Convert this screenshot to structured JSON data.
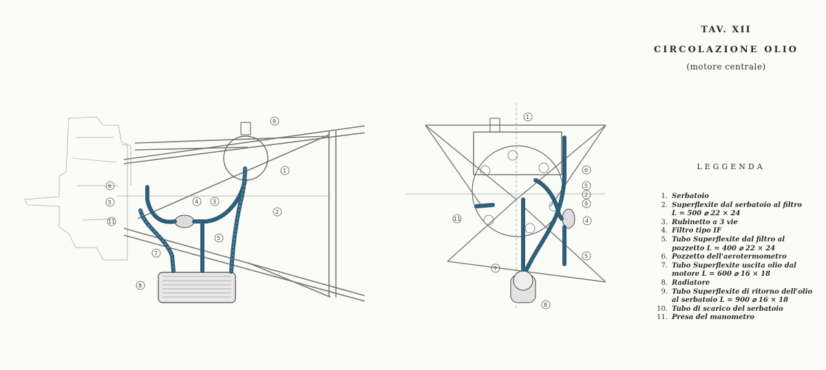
{
  "header": {
    "plate": "TAV. XII",
    "title": "CIRCOLAZIONE OLIO",
    "subtitle": "(motore centrale)"
  },
  "legend": {
    "title": "LEGGENDA",
    "items": [
      {
        "num": "1.",
        "text": "Serbatoio"
      },
      {
        "num": "2.",
        "text": "Superflexite dal serbatoio al filtro\nL = 500 ⌀ 22 × 24"
      },
      {
        "num": "3.",
        "text": "Rubinetto a 3 vie"
      },
      {
        "num": "4.",
        "text": "Filtro tipo IF"
      },
      {
        "num": "5.",
        "text": "Tubo Superflexite dal filtro al\npozzetto L = 400 ⌀ 22 × 24"
      },
      {
        "num": "6.",
        "text": "Pozzetto dell'aerotermometro"
      },
      {
        "num": "7.",
        "text": "Tubo Superflexite uscita olio dal\nmotore L = 600 ⌀ 16 × 18"
      },
      {
        "num": "8.",
        "text": "Radiatore"
      },
      {
        "num": "9.",
        "text": "Tubo Superflexite di ritorno dell'olio\nal serbatoio L = 900 ⌀ 16 × 18"
      },
      {
        "num": "10.",
        "text": "Tubo di scarico del serbatoio"
      },
      {
        "num": "11.",
        "text": "Presa del manometro"
      }
    ]
  },
  "callouts": {
    "side": [
      "9",
      "1",
      "6",
      "5",
      "11",
      "4",
      "3",
      "2",
      "5",
      "7",
      "8"
    ],
    "front": [
      "1",
      "6",
      "5",
      "2",
      "9",
      "11",
      "4",
      "5",
      "7",
      "8"
    ]
  },
  "colors": {
    "pipe": "#2d5e7a",
    "ink": "#2a2a2a",
    "paper": "#fbfbf8"
  }
}
